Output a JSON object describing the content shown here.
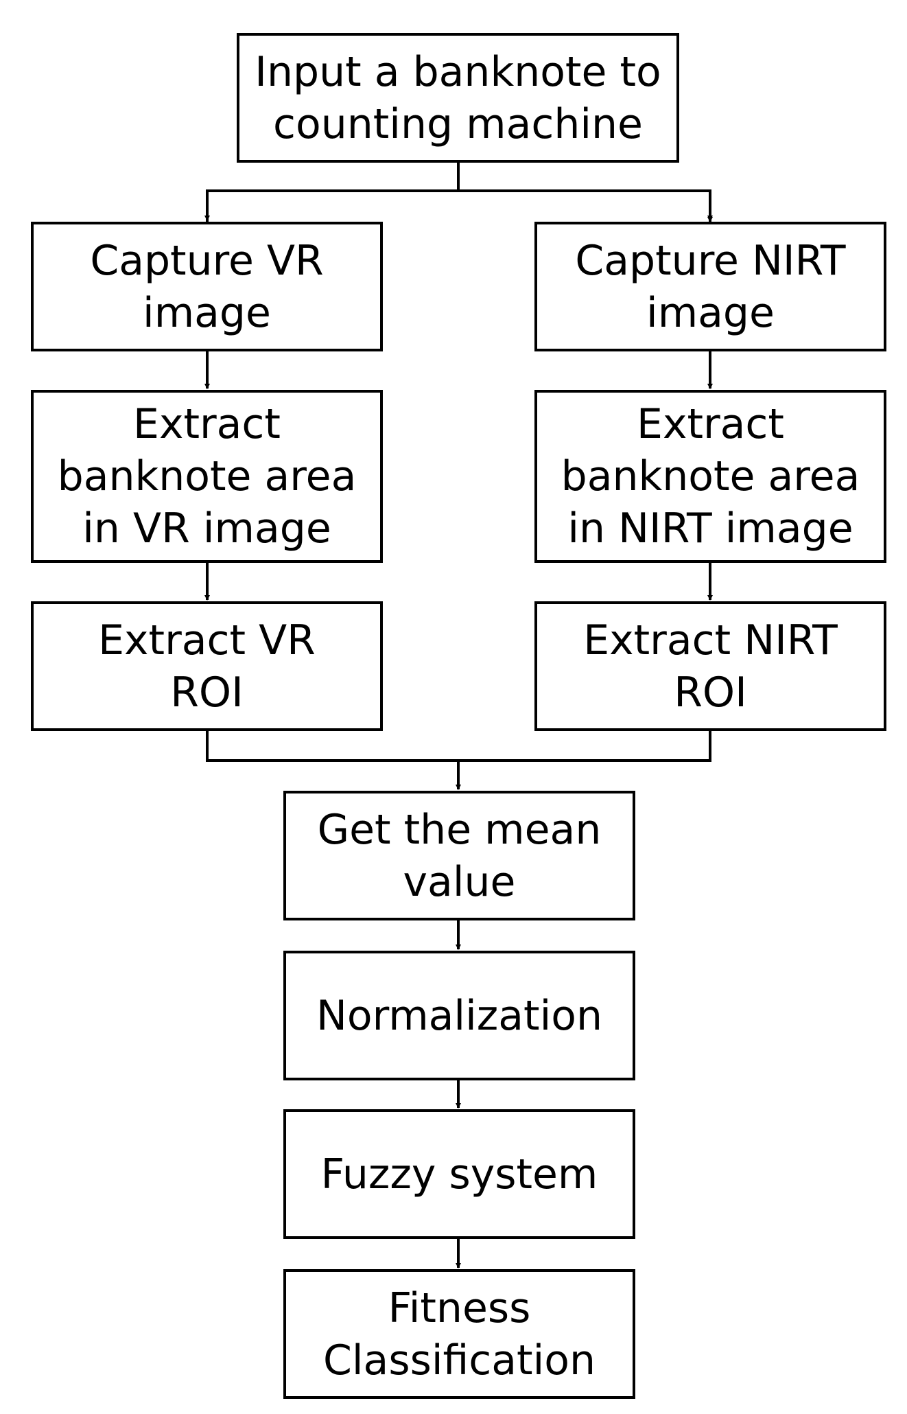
{
  "flowchart": {
    "input": {
      "lines": [
        "Input a banknote to",
        "counting machine"
      ]
    },
    "capture_vr": {
      "lines": [
        "Capture VR",
        "image"
      ]
    },
    "capture_nirt": {
      "lines": [
        "Capture NIRT",
        "image"
      ]
    },
    "extract_area_vr": {
      "lines": [
        "Extract",
        "banknote area",
        "in VR image"
      ]
    },
    "extract_area_nirt": {
      "lines": [
        "Extract",
        "banknote area",
        "in NIRT image"
      ]
    },
    "extract_roi_vr": {
      "lines": [
        "Extract VR",
        "ROI"
      ]
    },
    "extract_roi_nirt": {
      "lines": [
        "Extract NIRT",
        "ROI"
      ]
    },
    "mean_value": {
      "lines": [
        "Get the mean",
        "value"
      ]
    },
    "normalization": {
      "lines": [
        "Normalization"
      ]
    },
    "fuzzy_system": {
      "lines": [
        "Fuzzy system"
      ]
    },
    "fitness_classification": {
      "lines": [
        "Fitness",
        "Classification"
      ]
    }
  },
  "colors": {
    "stroke": "#000000",
    "background": "#ffffff"
  }
}
